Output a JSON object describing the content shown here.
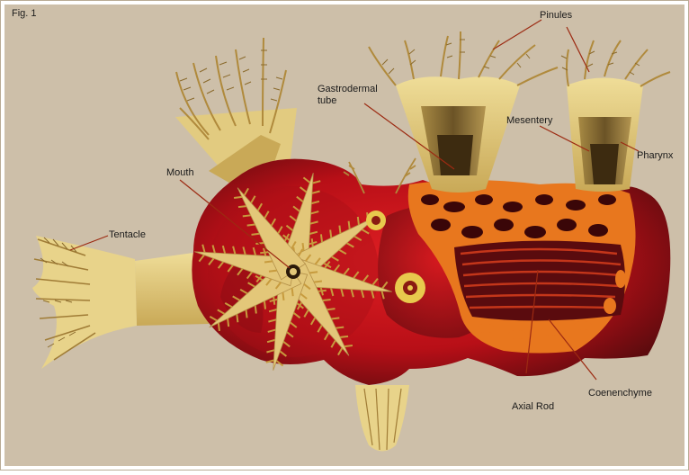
{
  "figure": {
    "label": "Fig. 1",
    "background_color": "#cdbfa9",
    "colors": {
      "body_red": "#c4121a",
      "body_dark": "#5a0b0e",
      "polyp_tan": "#d9c173",
      "polyp_dark": "#6b5326",
      "orange": "#e8771e",
      "leader_line": "#9c2a12"
    }
  },
  "labels": {
    "pinules": "Pinules",
    "gastrodermal_tube": "Gastrodermal\ntube",
    "mesentery": "Mesentery",
    "pharynx": "Pharynx",
    "mouth": "Mouth",
    "tentacle": "Tentacle",
    "axial_rod": "Axial Rod",
    "coenenchyme": "Coenenchyme"
  }
}
